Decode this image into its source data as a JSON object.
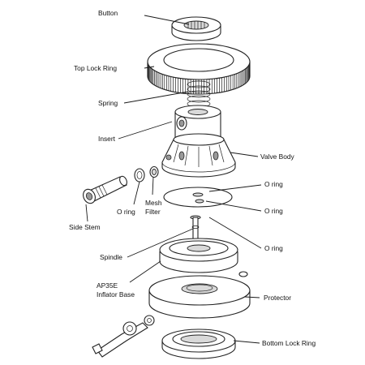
{
  "diagram": {
    "labels": {
      "button": "Button",
      "top_lock_ring": "Top Lock Ring",
      "spring": "Spring",
      "insert": "Insert",
      "valve_body": "Valve Body",
      "o_ring_right_1": "O ring",
      "o_ring_right_2": "O ring",
      "o_ring_left": "O ring",
      "mesh_filter_line1": "Mesh",
      "mesh_filter_line2": "Filter",
      "side_stem": "Side Stem",
      "spindle": "Spindle",
      "inflator_base_line1": "AP35E",
      "inflator_base_line2": "Inflator Base",
      "o_ring_right_3": "O ring",
      "protector": "Protector",
      "bottom_lock_ring": "Bottom Lock Ring"
    }
  }
}
